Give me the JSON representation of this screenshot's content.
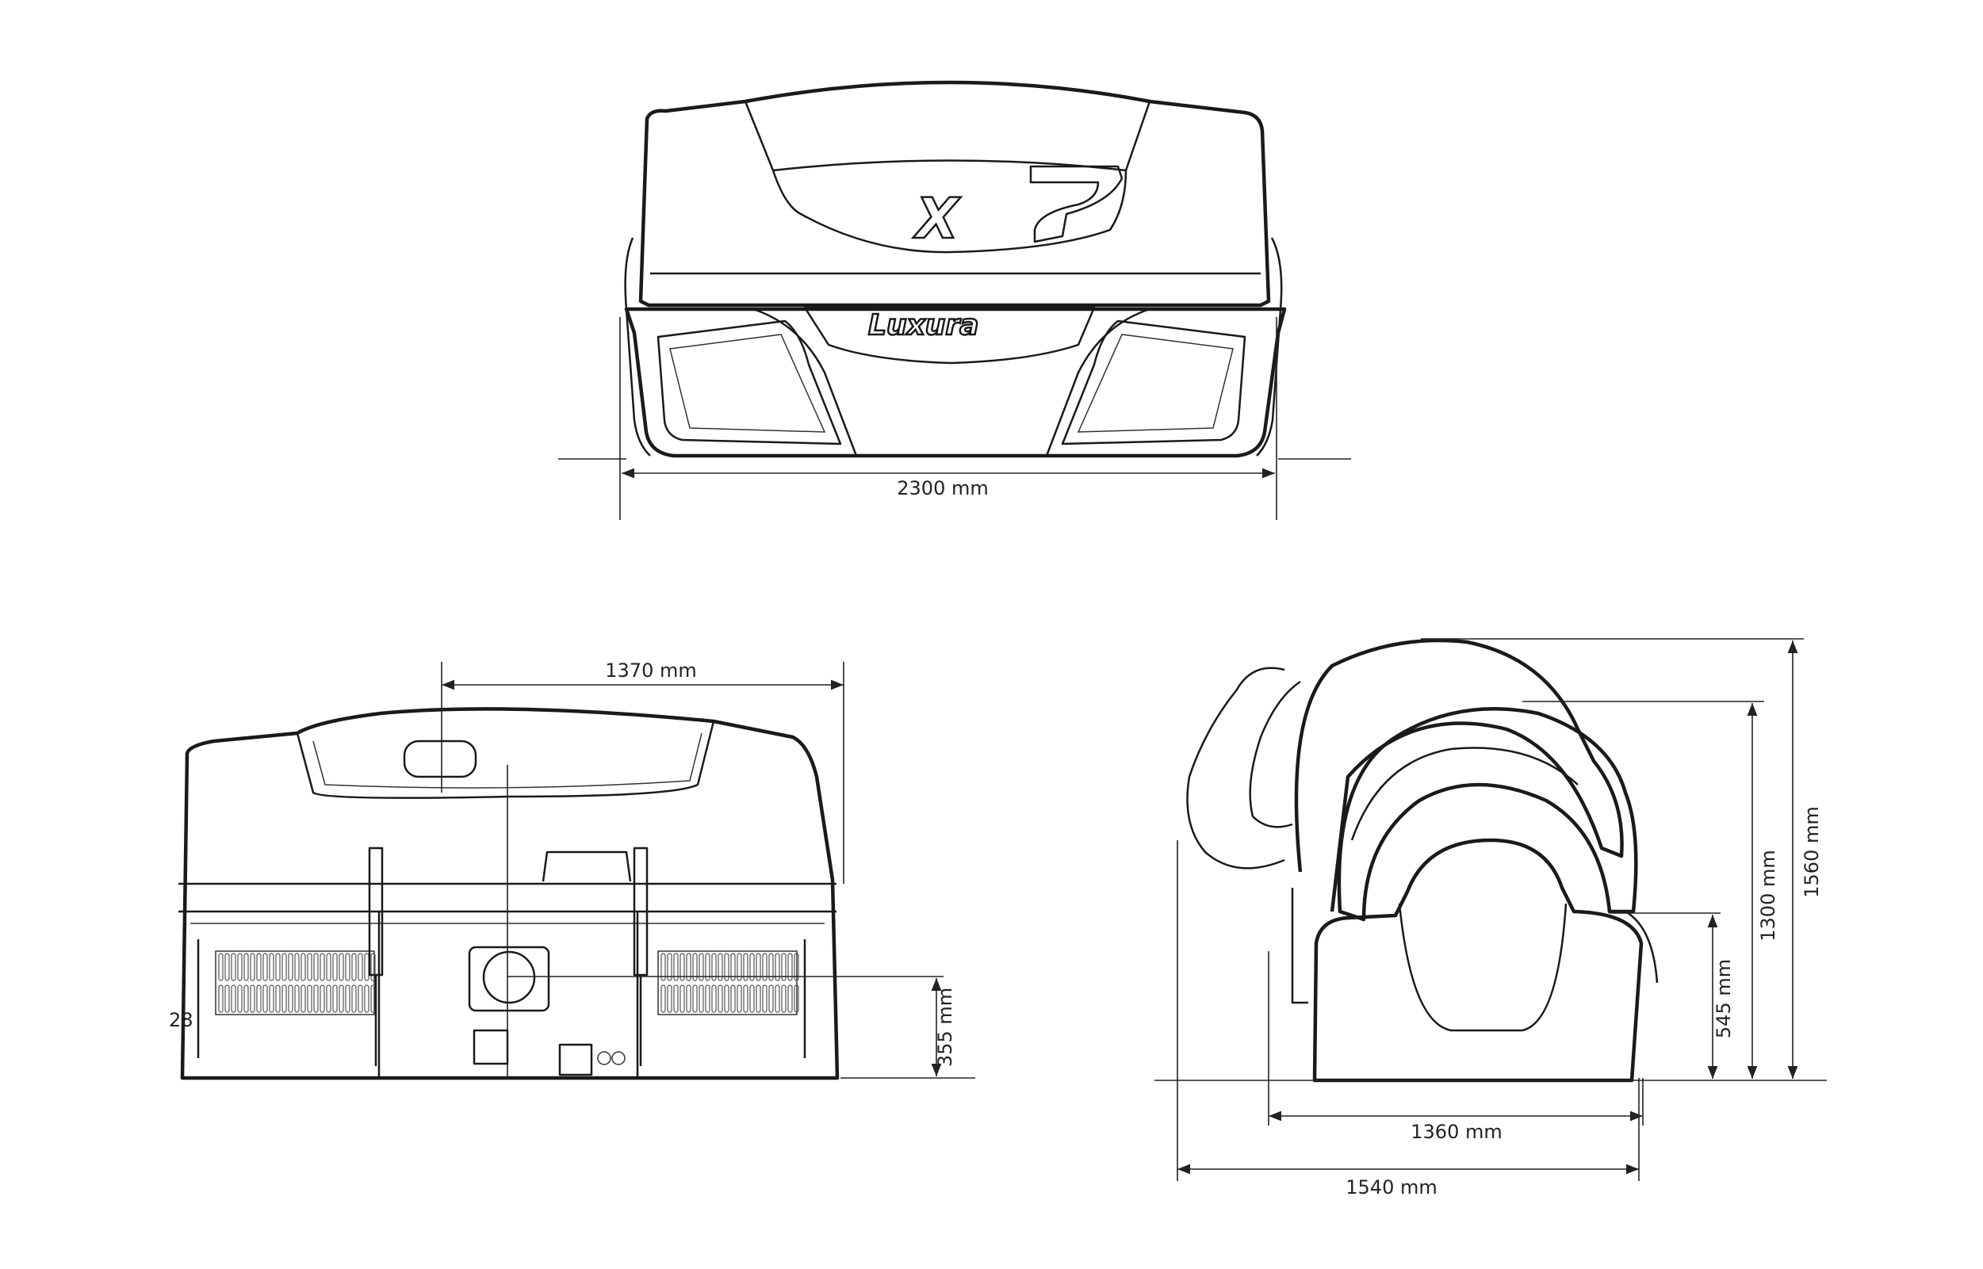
{
  "logos": {
    "model": "X7",
    "brand": "Luxura"
  },
  "dimensions": {
    "top_width": "2300 mm",
    "front_width": "1370 mm",
    "front_height": "355 mm",
    "front_side_mark": "28",
    "side_depth_inner": "1360 mm",
    "side_depth_outer": "1540 mm",
    "side_height_low": "545 mm",
    "side_height_mid": "1300 mm",
    "side_height_total": "1560 mm"
  },
  "colors": {
    "line": "#1a1a1a",
    "background": "#ffffff"
  }
}
